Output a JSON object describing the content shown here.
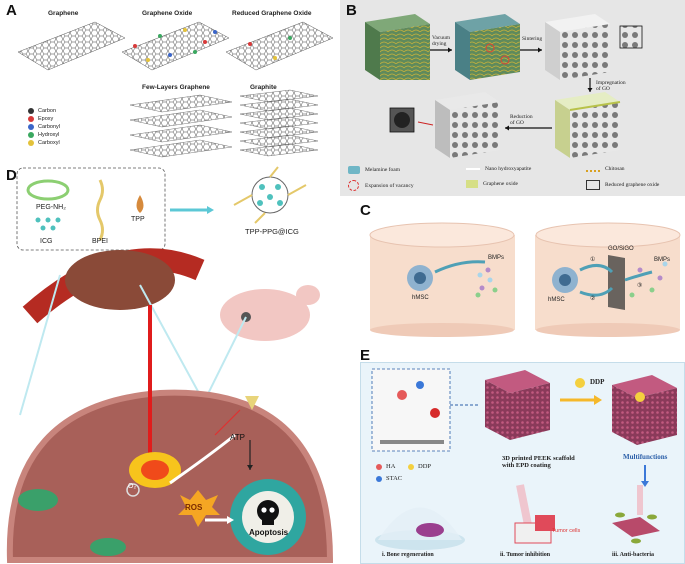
{
  "panelA": {
    "label": "A",
    "titles": {
      "graphene": "Graphene",
      "graphene_oxide": "Graphene Oxide",
      "reduced_go": "Reduced Graphene Oxide",
      "few_layers": "Few-Layers Graphene",
      "graphite": "Graphite"
    },
    "legend": [
      {
        "name": "Carbon",
        "color": "#333333"
      },
      {
        "name": "Epoxy",
        "color": "#d83a3a"
      },
      {
        "name": "Carbonyl",
        "color": "#3b66c9"
      },
      {
        "name": "Hydroxyl",
        "color": "#3aa860"
      },
      {
        "name": "Carboxyl",
        "color": "#e3c23a"
      }
    ]
  },
  "panelB": {
    "label": "B",
    "steps": {
      "vacuum": "Vacuum\ndrying",
      "sintering": "Sintering",
      "impregnation": "Impregnation\nof GO",
      "reduction": "Reduction\nof GO"
    },
    "legend": {
      "melamine": "Melamine foam",
      "nano_ha": "Nano hydroxyapatite",
      "chitosan": "Chitosan",
      "expansion": "Expansion of vacancy",
      "go": "Graphene oxide",
      "rgo": "Reduced graphene oxide"
    }
  },
  "panelC": {
    "label": "C",
    "left": {
      "cell": "hMSC",
      "bmp": "BMPs"
    },
    "right": {
      "cell": "hMSC",
      "bmp": "BMPs",
      "material": "GO/SiGO",
      "step1": "①",
      "step2": "②",
      "step3": "③"
    }
  },
  "panelD": {
    "label": "D",
    "components": {
      "peg": "PEG-NH₂",
      "icg": "ICG",
      "bpei": "BPEI",
      "tpp": "TPP"
    },
    "product": "TPP-PPG@ICG",
    "atp": "ATP",
    "o2": "O₂",
    "ros": "ROS",
    "apoptosis": "Apoptosis"
  },
  "panelE": {
    "label": "E",
    "scaffold": "3D printed PEEK scaffold\nwith EPD coating",
    "ddp": "DDP",
    "multifunctions": "Multifunctions",
    "legend_ha": "HA",
    "legend_stac": "STAC",
    "legend_ddp": "DDP",
    "tumor_cells": "Tumor cells",
    "captions": {
      "i": "i. Bone regeneration",
      "ii": "ii. Tumor inhibition",
      "iii": "iii. Anti-bacteria"
    }
  }
}
